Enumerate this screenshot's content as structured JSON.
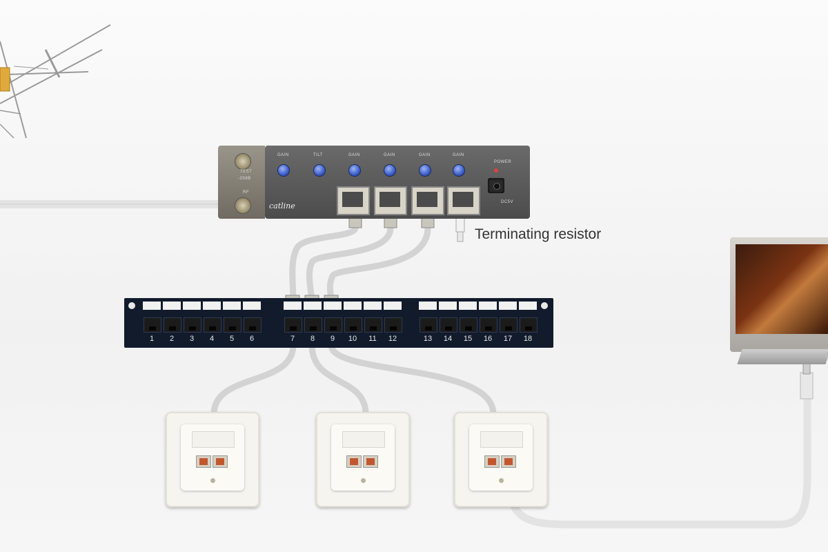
{
  "labels": {
    "terminating_resistor": "Terminating resistor",
    "brand": "catline"
  },
  "amplifier": {
    "knob_labels": [
      "GAIN",
      "TILT",
      "GAIN",
      "GAIN",
      "GAIN",
      "GAIN"
    ],
    "left_labels": [
      "TEST",
      "-20dB",
      "RF"
    ],
    "power_label": "POWER",
    "dc_label": "DC5V"
  },
  "patch_panel": {
    "ports": [
      "1",
      "2",
      "3",
      "4",
      "5",
      "6",
      "7",
      "8",
      "9",
      "10",
      "11",
      "12",
      "13",
      "14",
      "15",
      "16",
      "17",
      "18"
    ]
  },
  "colors": {
    "panel": "#111b2c",
    "amplifier": "#555555",
    "knob": "#3a5ec8",
    "cable": "#d7d7d7"
  }
}
